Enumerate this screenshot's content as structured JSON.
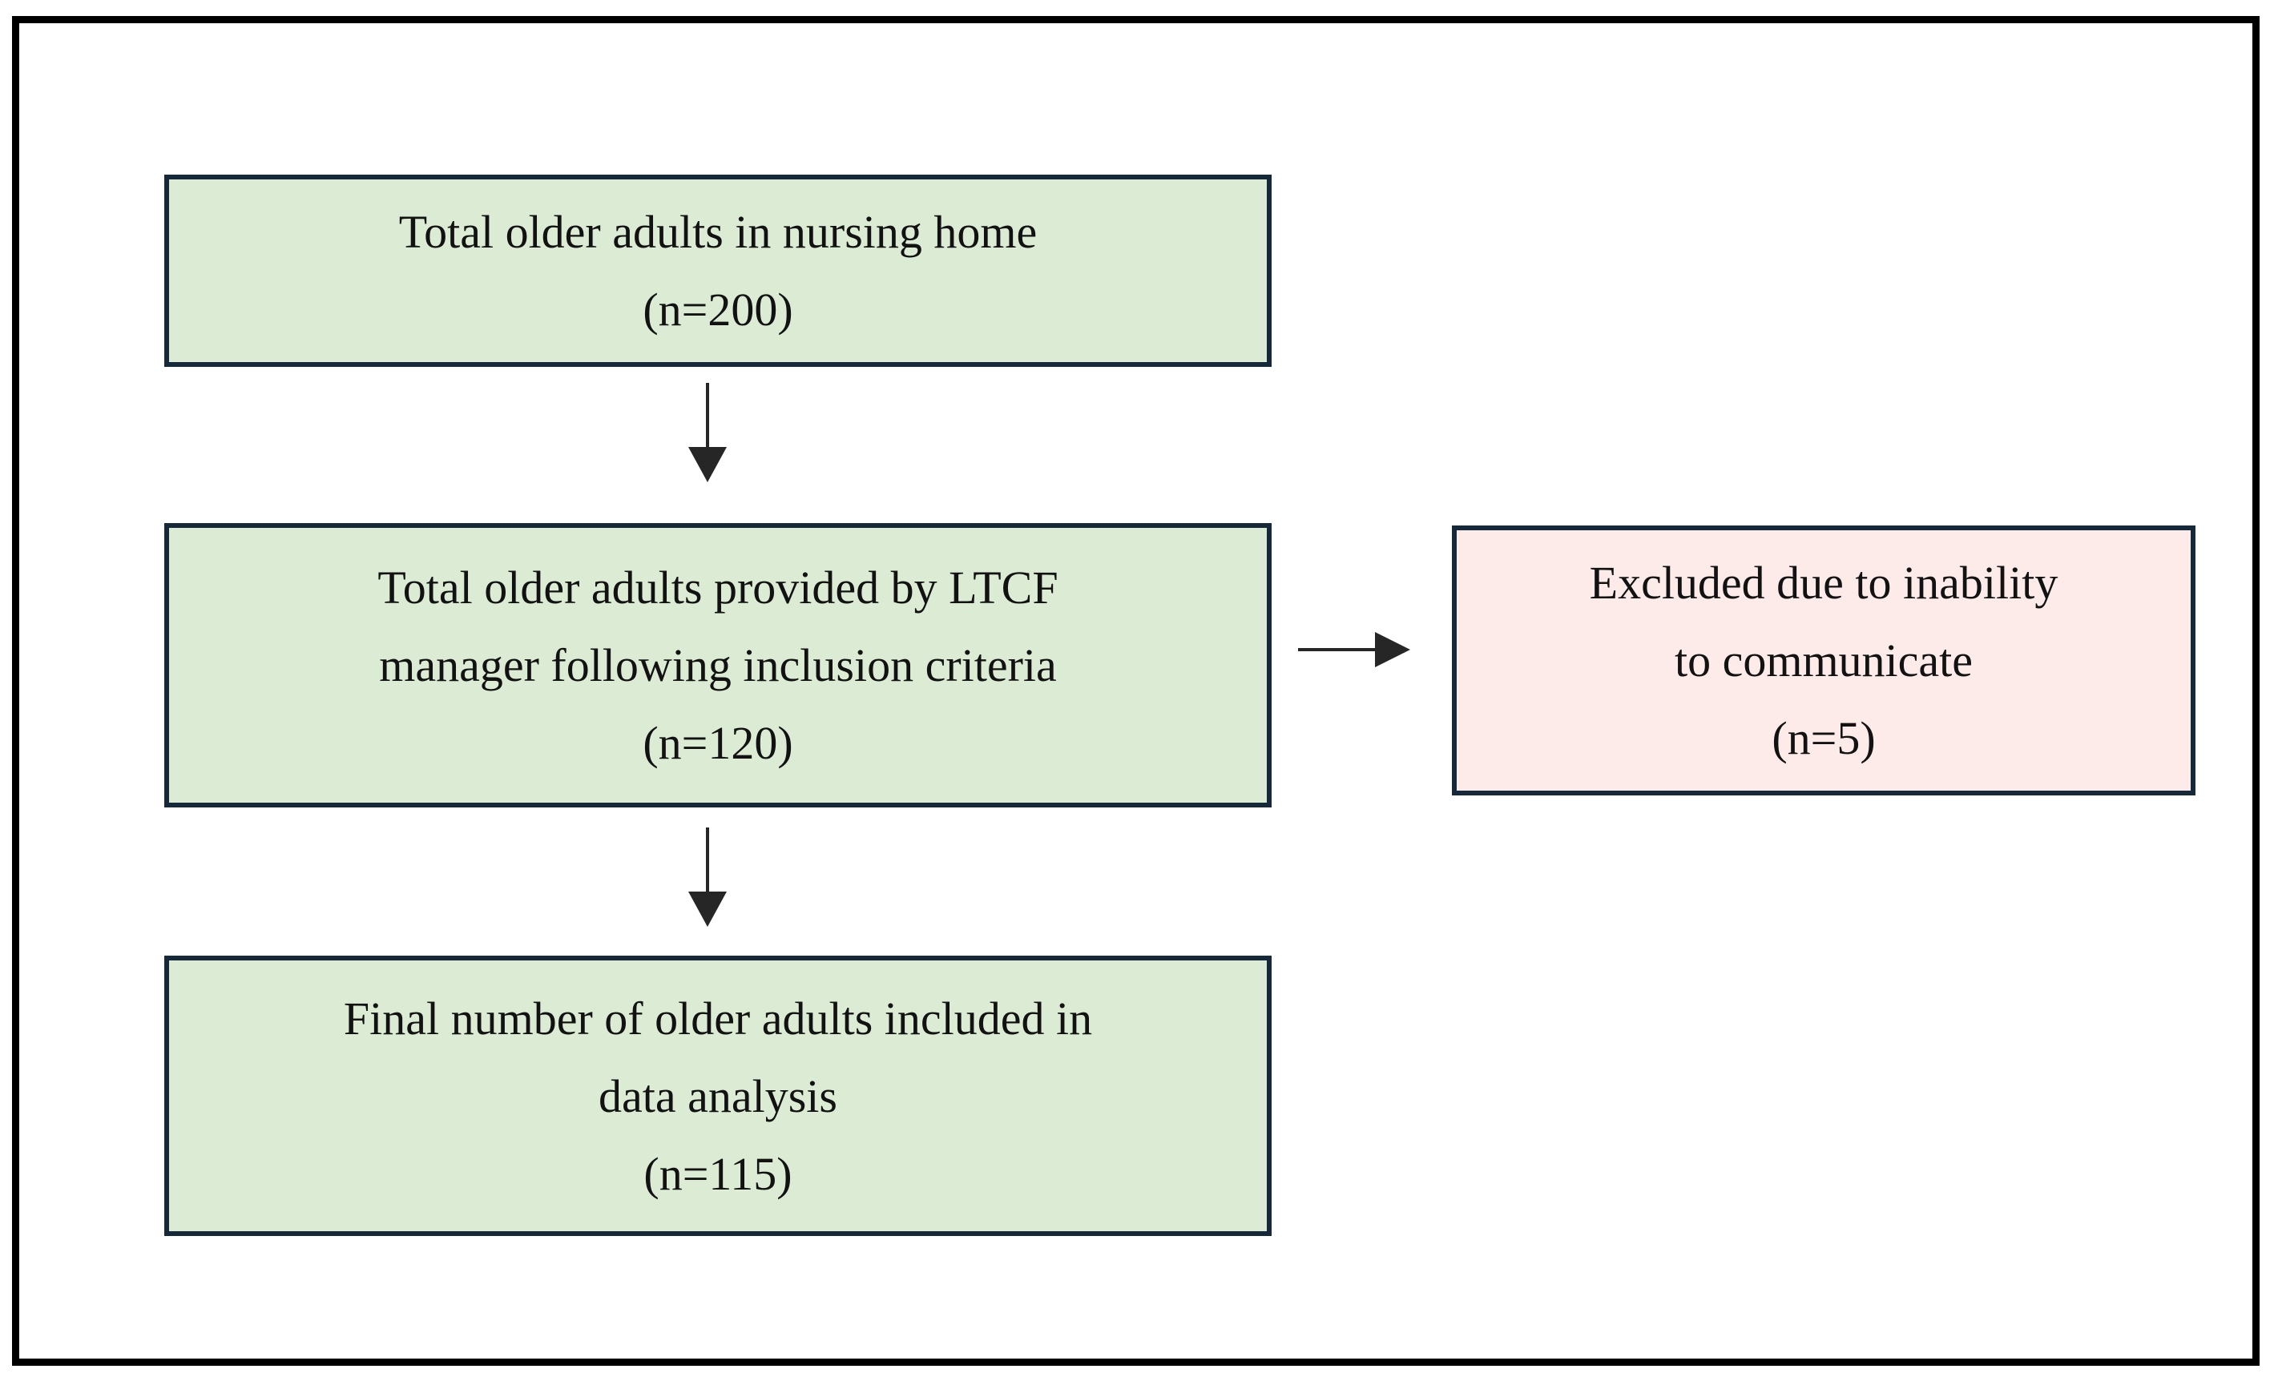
{
  "nodes": {
    "total": {
      "line1": "Total older adults in nursing home",
      "line2": "(n=200)"
    },
    "provided": {
      "line1": "Total older adults provided by LTCF",
      "line2": "manager following inclusion criteria",
      "line3": "(n=120)"
    },
    "excluded": {
      "line1": "Excluded due to inability",
      "line2": "to communicate",
      "line3": "(n=5)"
    },
    "final": {
      "line1": "Final number of older adults included in",
      "line2": "data analysis",
      "line3": "(n=115)"
    }
  },
  "edges": [
    {
      "from": "total",
      "to": "provided",
      "direction": "down"
    },
    {
      "from": "provided",
      "to": "excluded",
      "direction": "right"
    },
    {
      "from": "provided",
      "to": "final",
      "direction": "down"
    }
  ],
  "colors": {
    "box_green": "#dcecd4",
    "box_pink": "#fcebe9",
    "node_border": "#16293a",
    "outer_border": "#000000",
    "arrow": "#262626",
    "text": "#121212",
    "background": "#ffffff"
  }
}
